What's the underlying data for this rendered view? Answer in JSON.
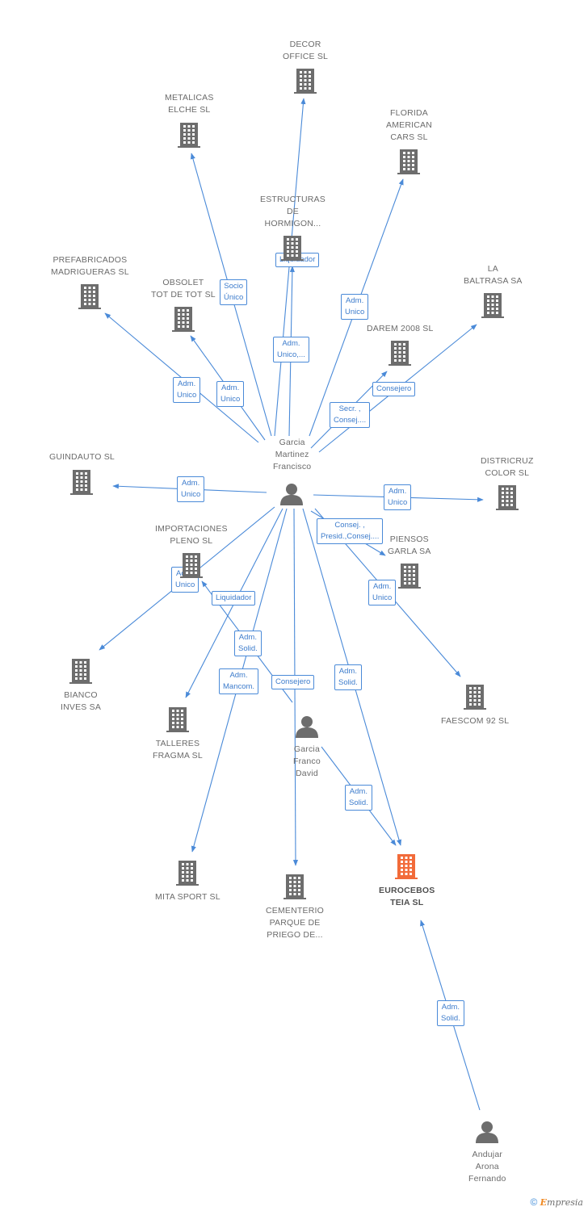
{
  "colors": {
    "edge": "#4a8ad8",
    "building": "#6d6d6d",
    "building_focus": "#f26b3a",
    "person": "#6d6d6d",
    "label": "#6b6b6b",
    "edge_label_text": "#3d7ccc"
  },
  "footer": {
    "copyright": "©",
    "brand_e": "E",
    "brand_rest": "mpresia"
  },
  "nodes": [
    {
      "id": "decor",
      "type": "company",
      "lines": [
        "DECOR",
        "OFFICE SL"
      ]
    },
    {
      "id": "metalicas",
      "type": "company",
      "lines": [
        "METALICAS",
        "ELCHE SL"
      ]
    },
    {
      "id": "florida",
      "type": "company",
      "lines": [
        "FLORIDA",
        "AMERICAN",
        "CARS SL"
      ]
    },
    {
      "id": "estructuras",
      "type": "company",
      "lines": [
        "ESTRUCTURAS",
        "DE",
        "HORMIGON..."
      ]
    },
    {
      "id": "prefabricados",
      "type": "company",
      "lines": [
        "PREFABRICADOS",
        "MADRIGUERAS SL"
      ]
    },
    {
      "id": "obsolet",
      "type": "company",
      "lines": [
        "OBSOLET",
        "TOT DE TOT SL"
      ]
    },
    {
      "id": "labaltrasa",
      "type": "company",
      "lines": [
        "LA",
        "BALTRASA SA"
      ]
    },
    {
      "id": "darem",
      "type": "company",
      "lines": [
        "DAREM 2008 SL"
      ]
    },
    {
      "id": "guindauto",
      "type": "company",
      "lines": [
        "GUINDAUTO SL"
      ]
    },
    {
      "id": "districruz",
      "type": "company",
      "lines": [
        "DISTRICRUZ",
        "COLOR SL"
      ]
    },
    {
      "id": "importaciones",
      "type": "company",
      "lines": [
        "IMPORTACIONES",
        "PLENO SL"
      ]
    },
    {
      "id": "piensos",
      "type": "company",
      "lines": [
        "PIENSOS",
        "GARLA SA"
      ]
    },
    {
      "id": "bianco",
      "type": "company",
      "lines": [
        "BIANCO",
        "INVES SA"
      ]
    },
    {
      "id": "talleres",
      "type": "company",
      "lines": [
        "TALLERES",
        "FRAGMA SL"
      ]
    },
    {
      "id": "faescom",
      "type": "company",
      "lines": [
        "FAESCOM 92 SL"
      ]
    },
    {
      "id": "mita",
      "type": "company",
      "lines": [
        "MITA SPORT SL"
      ]
    },
    {
      "id": "cementerio",
      "type": "company",
      "lines": [
        "CEMENTERIO",
        "PARQUE DE",
        "PRIEGO DE..."
      ]
    },
    {
      "id": "eurocebos",
      "type": "company",
      "focus": true,
      "lines": [
        "EUROCEBOS",
        "TEIA SL"
      ]
    },
    {
      "id": "francisco",
      "type": "person",
      "lines": [
        "Garcia",
        "Martinez",
        "Francisco"
      ]
    },
    {
      "id": "david",
      "type": "person",
      "lines": [
        "Garcia",
        "Franco",
        "David"
      ]
    },
    {
      "id": "fernando",
      "type": "person",
      "lines": [
        "Andujar",
        "Arona",
        "Fernando"
      ]
    }
  ],
  "edges": [
    {
      "from": "francisco",
      "to": "decor",
      "lines": [
        "Liquidador"
      ]
    },
    {
      "from": "francisco",
      "to": "metalicas",
      "lines": [
        "Socio",
        "Único"
      ]
    },
    {
      "from": "francisco",
      "to": "florida",
      "lines": [
        "Adm.",
        "Unico"
      ]
    },
    {
      "from": "francisco",
      "to": "estructuras",
      "lines": [
        "Adm.",
        "Unico,..."
      ]
    },
    {
      "from": "francisco",
      "to": "prefabricados",
      "lines": [
        "Adm.",
        "Unico"
      ]
    },
    {
      "from": "francisco",
      "to": "obsolet",
      "lines": [
        "Adm.",
        "Unico"
      ]
    },
    {
      "from": "francisco",
      "to": "labaltrasa",
      "lines": [
        "Secr. ,",
        "Consej...."
      ]
    },
    {
      "from": "francisco",
      "to": "darem",
      "lines": [
        "Consejero"
      ]
    },
    {
      "from": "francisco",
      "to": "guindauto",
      "lines": [
        "Adm.",
        "Unico"
      ]
    },
    {
      "from": "francisco",
      "to": "districruz",
      "lines": [
        "Adm.",
        "Unico"
      ]
    },
    {
      "from": "francisco",
      "to": "piensos",
      "lines": [
        "Consej. ,",
        "Presid.,Consej...."
      ]
    },
    {
      "from": "francisco",
      "to": "faescom",
      "lines": [
        "Adm.",
        "Unico"
      ]
    },
    {
      "from": "francisco",
      "to": "bianco",
      "lines": [
        "Adm.",
        "Unico"
      ]
    },
    {
      "from": "francisco",
      "to": "talleres",
      "lines": [
        "Adm.",
        "Solid."
      ]
    },
    {
      "from": "francisco",
      "to": "mita",
      "lines": [
        "Adm.",
        "Mancom."
      ]
    },
    {
      "from": "francisco",
      "to": "cementerio",
      "lines": [
        "Consejero"
      ]
    },
    {
      "from": "francisco",
      "to": "eurocebos",
      "lines": [
        "Adm.",
        "Solid."
      ]
    },
    {
      "from": "francisco",
      "to": "importaciones",
      "lines": [
        "Liquidador"
      ]
    },
    {
      "from": "david",
      "to": "eurocebos",
      "lines": [
        "Adm.",
        "Solid."
      ]
    },
    {
      "from": "fernando",
      "to": "eurocebos",
      "lines": [
        "Adm.",
        "Solid."
      ]
    }
  ]
}
